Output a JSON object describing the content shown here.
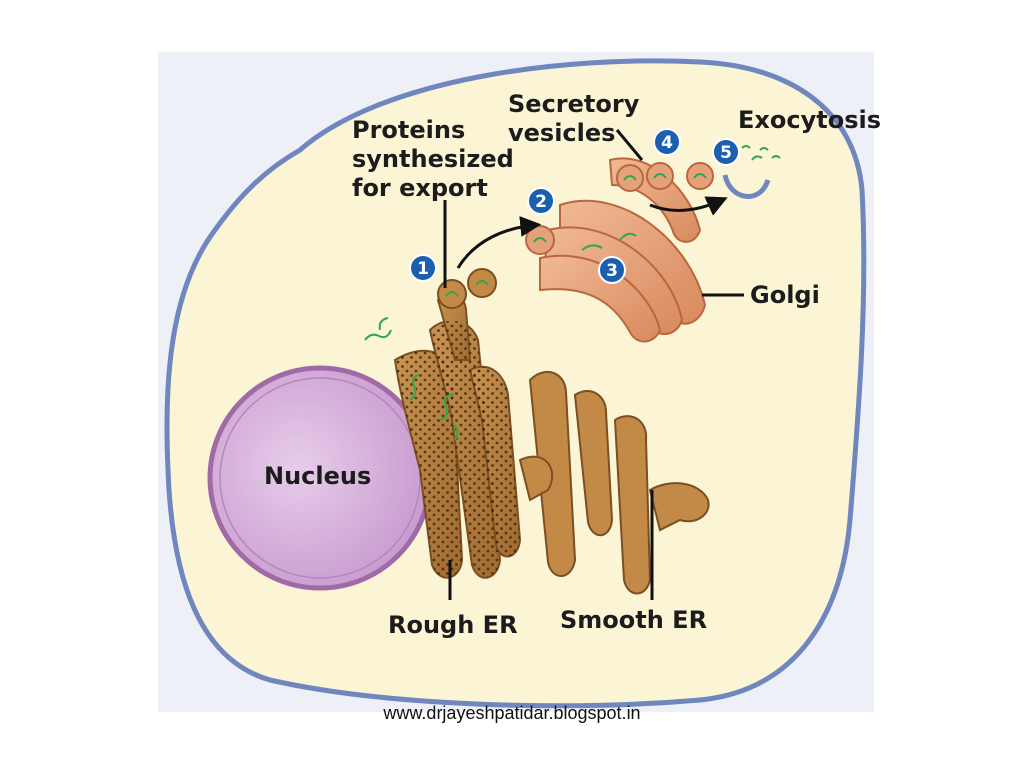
{
  "diagram": {
    "labels": {
      "proteins": [
        "Proteins",
        "synthesized",
        "for export"
      ],
      "secretory": [
        "Secretory",
        "vesicles"
      ],
      "exocytosis": "Exocytosis",
      "golgi": "Golgi",
      "nucleus": "Nucleus",
      "rough_er": "Rough ER",
      "smooth_er": "Smooth ER"
    },
    "steps": [
      "1",
      "2",
      "3",
      "4",
      "5"
    ]
  },
  "colors": {
    "background": "#ffffff",
    "panel": "#eef0f7",
    "cytoplasm": "#fbf4d5",
    "membrane": "#6f86bf",
    "nucleus": "#d7b2dc",
    "nucleus_edge": "#a06aa6",
    "er": "#b9803f",
    "er_dark": "#7a4f22",
    "golgi": "#e5a27a",
    "golgi_edge": "#b8683f",
    "protein": "#2fa84a",
    "step_badge": "#1b5fae"
  },
  "footer": {
    "credit": "www.drjayeshpatidar.blogspot.in"
  }
}
